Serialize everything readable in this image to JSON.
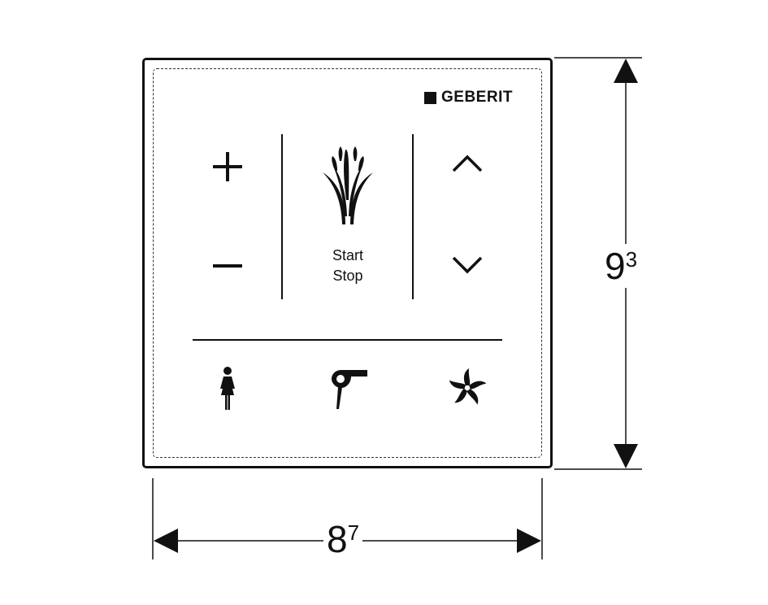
{
  "brand": {
    "name": "GEBERIT"
  },
  "controls": {
    "plus": {
      "label": "+",
      "icon": "plus-icon"
    },
    "minus": {
      "label": "–",
      "icon": "minus-icon"
    },
    "spray": {
      "icon": "water-spray-icon",
      "label_line1": "Start",
      "label_line2": "Stop"
    },
    "up": {
      "icon": "chevron-up-icon"
    },
    "down": {
      "icon": "chevron-down-icon"
    },
    "lady_wash": {
      "icon": "woman-icon"
    },
    "dryer": {
      "icon": "hair-dryer-icon"
    },
    "fan": {
      "icon": "fan-icon"
    }
  },
  "dimensions": {
    "height": {
      "base": "9",
      "sup": "3"
    },
    "width": {
      "base": "8",
      "sup": "7"
    }
  },
  "colors": {
    "line": "#111111",
    "background": "#ffffff"
  }
}
